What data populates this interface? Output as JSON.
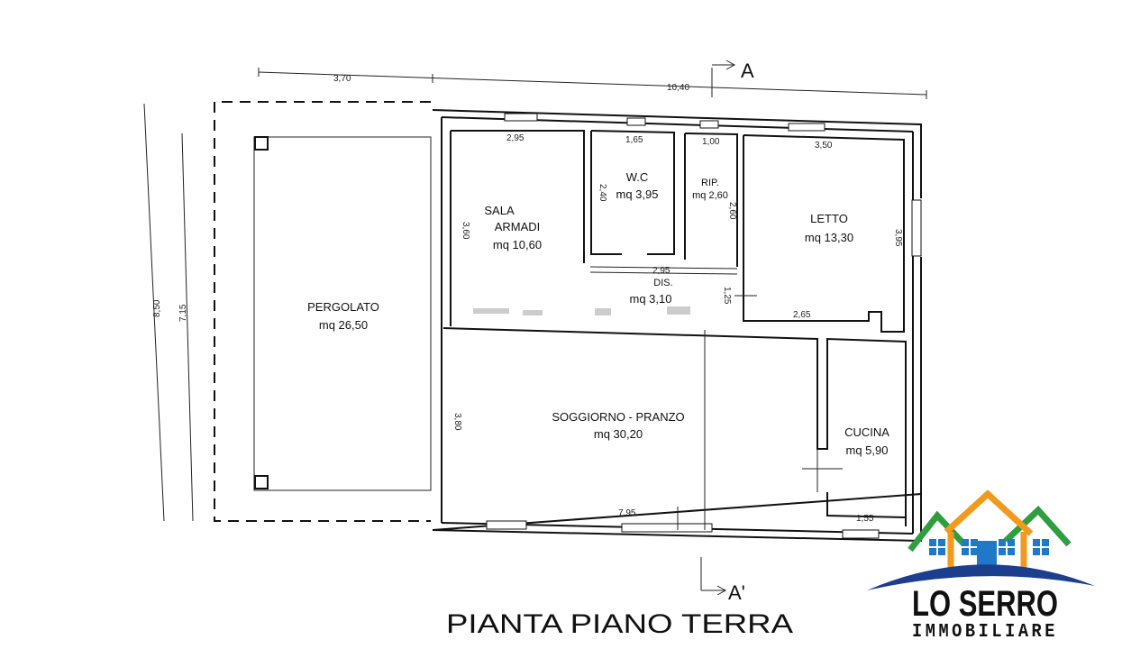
{
  "dimensions": {
    "top_left": "3,70",
    "top_total": "10,40",
    "left_outer": "8,50",
    "left_inner": "7,15",
    "sala_top": "2,95",
    "sala_side": "3,60",
    "wc_top": "1,65",
    "wc_side": "2,40",
    "rip_top": "1,00",
    "rip_side": "2,60",
    "letto_top": "3,50",
    "letto_side": "3,95",
    "letto_bottom": "2,65",
    "dis_top": "2,95",
    "dis_side": "1,25",
    "soggiorno_side": "3,80",
    "soggiorno_bottom": "7,95",
    "cucina_bottom": "1,55"
  },
  "rooms": {
    "pergolato": {
      "name": "PERGOLATO",
      "area": "mq 26,50"
    },
    "sala": {
      "name1": "SALA",
      "name2": "ARMADI",
      "area": "mq 10,60"
    },
    "wc": {
      "name": "W.C",
      "area": "mq 3,95"
    },
    "rip": {
      "name": "RIP.",
      "area": "mq 2,60"
    },
    "letto": {
      "name": "LETTO",
      "area": "mq 13,30"
    },
    "dis": {
      "name": "DIS.",
      "area": "mq 3,10"
    },
    "soggiorno": {
      "name": "SOGGIORNO - PRANZO",
      "area": "mq 30,20"
    },
    "cucina": {
      "name": "CUCINA",
      "area": "mq 5,90"
    }
  },
  "section": {
    "top": "A",
    "bottom": "A'"
  },
  "title": "PIANTA PIANO TERRA",
  "logo": {
    "name": "LO SERRO",
    "subtitle": "IMMOBILIARE",
    "colors": {
      "green": "#2e9e3e",
      "orange": "#f29a1f",
      "blue": "#1f78c8",
      "navy": "#1b3f8c"
    }
  }
}
